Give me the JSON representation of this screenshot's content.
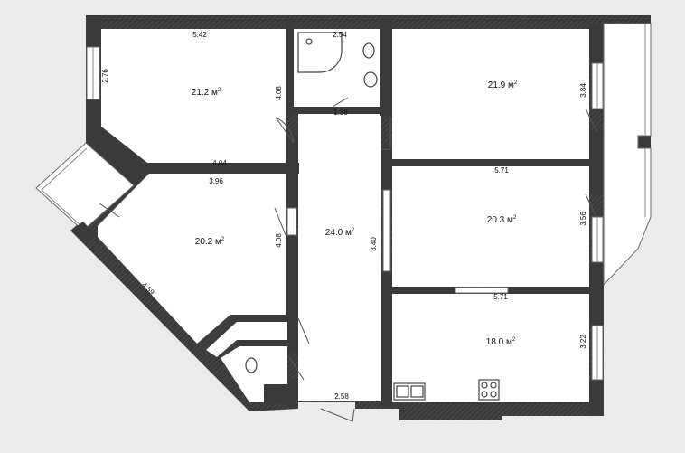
{
  "rooms": [
    {
      "id": "bedroom-top-left",
      "area": "21.2 м"
    },
    {
      "id": "bedroom-mid-left",
      "area": "20.2 м"
    },
    {
      "id": "hallway",
      "area": "24.0 м"
    },
    {
      "id": "room-top-right",
      "area": "21.9 м"
    },
    {
      "id": "room-mid-right",
      "area": "20.3 м"
    },
    {
      "id": "kitchen",
      "area": "18.0 м"
    }
  ],
  "area_unit_sup": "2",
  "dimensions": {
    "d542": "5.42",
    "d276": "2.76",
    "d408a": "4.08",
    "d254": "2.54",
    "d138": "1.38",
    "d404": "4.04",
    "d396": "3.96",
    "d408b": "4.08",
    "d459": "4.59",
    "d840": "8.40",
    "d258": "2.58",
    "d384": "3.84",
    "d571a": "5.71",
    "d356": "3.56",
    "d571b": "5.71",
    "d322": "3.22"
  }
}
